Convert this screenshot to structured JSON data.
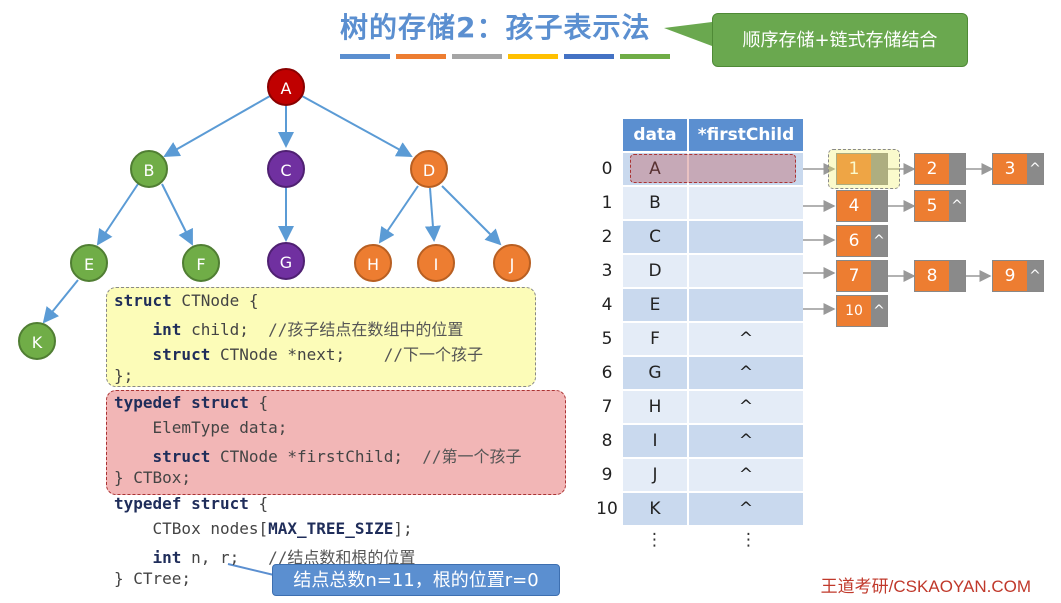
{
  "slide": {
    "title": "树的存储2：孩子表示法",
    "callout": "顺序存储+链式存储结合",
    "footer": "王道考研/CSKAOYAN.COM",
    "bubble": "结点总数n=11，根的位置r=0",
    "accent_colors": [
      "#5b8fd0",
      "#ed7d31",
      "#a5a5a5",
      "#ffc000",
      "#4472c4",
      "#70ad47"
    ]
  },
  "tree": {
    "nodes": {
      "A": "A",
      "B": "B",
      "C": "C",
      "D": "D",
      "E": "E",
      "F": "F",
      "G": "G",
      "H": "H",
      "I": "I",
      "J": "J",
      "K": "K"
    },
    "colors": {
      "root": "#c00000",
      "green": "#70ad47",
      "purple": "#7030a0",
      "orange": "#ed7d31"
    }
  },
  "code": {
    "l1_kw": "struct",
    "l1_rest": " CTNode {",
    "l2_kw": "int",
    "l2_rest": " child;  ",
    "l2_cmt": "//孩子结点在数组中的位置",
    "l3_kw": "struct",
    "l3_rest": " CTNode *next;    ",
    "l3_cmt": "//下一个孩子",
    "l4": "};",
    "l5_kw": "typedef struct",
    "l5_rest": " {",
    "l6": "    ElemType data;",
    "l7_kw": "struct",
    "l7_rest": " CTNode *firstChild;  ",
    "l7_cmt": "//第一个孩子",
    "l8": "} CTBox;",
    "l9_kw": "typedef struct",
    "l9_rest": " {",
    "l10_pre": "    CTBox nodes[",
    "l10_kw": "MAX_TREE_SIZE",
    "l10_post": "];",
    "l11_kw": "int",
    "l11_rest": " n, r;   ",
    "l11_cmt": "//结点数和根的位置",
    "l12": "} CTree;"
  },
  "table": {
    "headers": [
      "data",
      "*firstChild"
    ],
    "rows": [
      {
        "idx": "0",
        "data": "A",
        "child": ""
      },
      {
        "idx": "1",
        "data": "B",
        "child": ""
      },
      {
        "idx": "2",
        "data": "C",
        "child": ""
      },
      {
        "idx": "3",
        "data": "D",
        "child": ""
      },
      {
        "idx": "4",
        "data": "E",
        "child": ""
      },
      {
        "idx": "5",
        "data": "F",
        "child": "^"
      },
      {
        "idx": "6",
        "data": "G",
        "child": "^"
      },
      {
        "idx": "7",
        "data": "H",
        "child": "^"
      },
      {
        "idx": "8",
        "data": "I",
        "child": "^"
      },
      {
        "idx": "9",
        "data": "J",
        "child": "^"
      },
      {
        "idx": "10",
        "data": "K",
        "child": "^"
      }
    ],
    "ellipsis": "⋮"
  },
  "lists": {
    "r0": [
      {
        "v": "1",
        "p": ""
      },
      {
        "v": "2",
        "p": ""
      },
      {
        "v": "3",
        "p": "^"
      }
    ],
    "r1": [
      {
        "v": "4",
        "p": ""
      },
      {
        "v": "5",
        "p": "^"
      }
    ],
    "r2": [
      {
        "v": "6",
        "p": "^"
      }
    ],
    "r3": [
      {
        "v": "7",
        "p": ""
      },
      {
        "v": "8",
        "p": ""
      },
      {
        "v": "9",
        "p": "^"
      }
    ],
    "r4": [
      {
        "v": "10",
        "p": "^"
      }
    ]
  }
}
